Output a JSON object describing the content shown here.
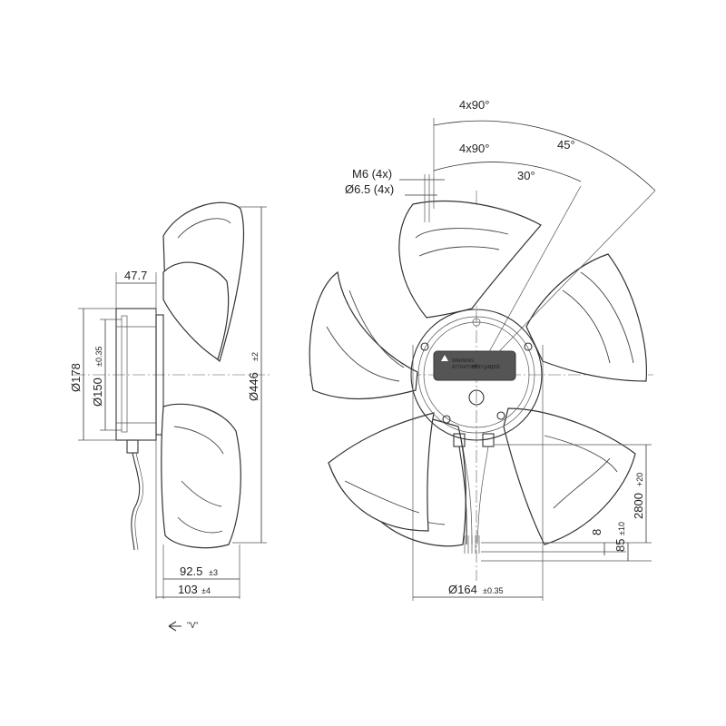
{
  "colors": {
    "line": "#333333",
    "background": "#ffffff",
    "label_plate": "#555555"
  },
  "dimensions": {
    "hub_depth": "47.7",
    "hub_diameter": "Ø178",
    "mount_diameter": "Ø150",
    "mount_diameter_tol": "±0.35",
    "fan_diameter": "Ø446",
    "fan_diameter_tol": "±2",
    "depth_1": "92.5",
    "depth_1_tol": "±3",
    "depth_2": "103",
    "depth_2_tol": "±4",
    "angle_top": "4x90°",
    "angle_mid": "4x90°",
    "angle_45": "45°",
    "angle_30": "30°",
    "thread": "M6 (4x)",
    "hole": "Ø6.5 (4x)",
    "bolt_circle": "Ø164",
    "bolt_circle_tol": "±0.35",
    "cable_length": "2800",
    "cable_length_tol": "+20",
    "strip_length": "85",
    "strip_length_tol": "±10",
    "wire_end": "8",
    "airflow_symbol": "\"V\""
  },
  "label_plate": {
    "line_1": "WARNING",
    "line_2": "ATTENTION",
    "brand": "ebmpapst"
  }
}
